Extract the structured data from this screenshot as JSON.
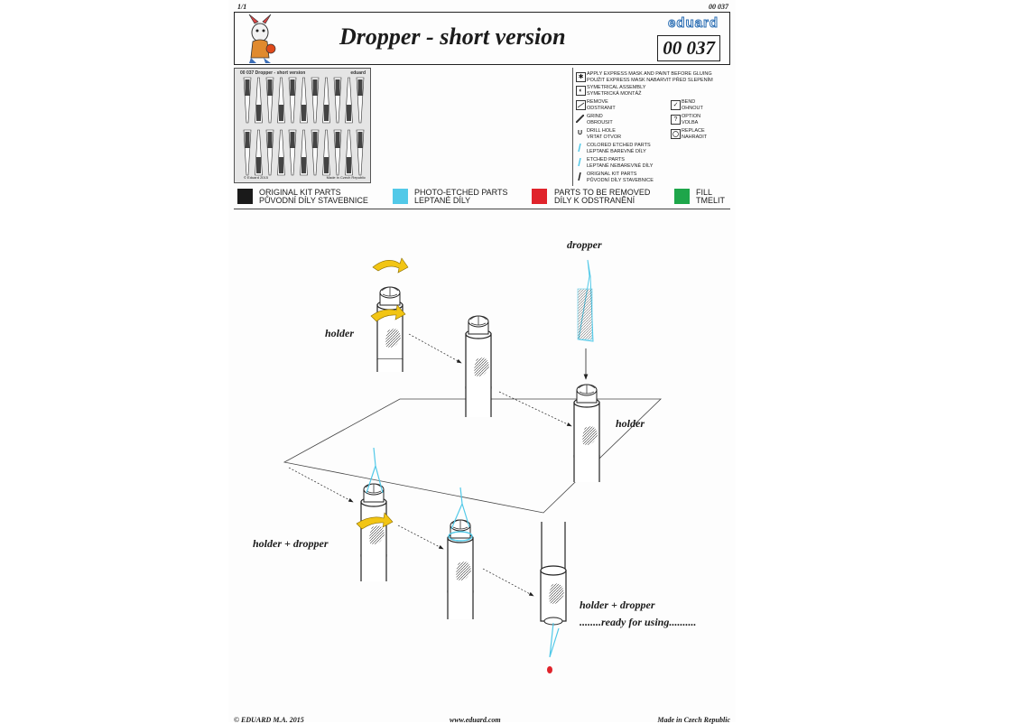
{
  "page": {
    "corner_left": "1/1",
    "corner_right": "00 037"
  },
  "header": {
    "title": "Dropper - short version",
    "brand": "eduard",
    "code": "00 037"
  },
  "fret": {
    "title": "00 037  Dropper - short version",
    "brand": "eduard",
    "foot_left": "© Eduard 2015",
    "foot_right": "Made in Czech Republic"
  },
  "legend": [
    {
      "icon": "star-icon",
      "glyph": "✱",
      "text": "APPLY EXPRESS MASK AND PAINT BEFORE GLUING\nPOUŽIT EXPRESS MASK NABARVIT PŘED SLEPENÍM"
    },
    {
      "icon": "symmetry-icon",
      "glyph": "◐",
      "text": "SYMETRICAL ASSEMBLY\nSYMETRICKÁ MONTÁŽ"
    },
    {
      "icon": "remove-icon",
      "glyph": "",
      "text": "REMOVE\nODSTRANIT"
    },
    {
      "icon": "grind-icon",
      "glyph": "",
      "text": "GRIND\nOBROUSIT"
    },
    {
      "icon": "drill-icon",
      "glyph": "U",
      "text": "DRILL HOLE\nVRTAT OTVOR"
    },
    {
      "icon": "colored-etched-icon",
      "glyph": "",
      "text": "COLORED ETCHED PARTS\nLEPTANÉ BAREVNÉ DÍLY"
    },
    {
      "icon": "etched-icon",
      "glyph": "",
      "text": "ETCHED PARTS\nLEPTANÉ NEBAREVNÉ DÍLY"
    },
    {
      "icon": "kit-part-icon",
      "glyph": "",
      "text": "ORIGINAL KIT PARTS\nPŮVODNÍ DÍLY STAVEBNICE"
    }
  ],
  "legend_right": [
    {
      "icon": "bend-icon",
      "glyph": "✓",
      "text": "BEND\nOHNOUT"
    },
    {
      "icon": "option-icon",
      "glyph": "?",
      "text": "OPTION\nVOLBA"
    },
    {
      "icon": "replace-icon",
      "glyph": "",
      "text": "REPLACE\nNAHRADIT"
    }
  ],
  "color_key": [
    {
      "color": "#1a1a1a",
      "text": "ORIGINAL KIT PARTS\nPŮVODNÍ DÍLY STAVEBNICE"
    },
    {
      "color": "#52c9e8",
      "text": "PHOTO-ETCHED PARTS\nLEPTANÉ DÍLY"
    },
    {
      "color": "#e0232b",
      "text": "PARTS TO BE REMOVED\nDÍLY K ODSTRANĚNÍ"
    },
    {
      "color": "#1ea64a",
      "text": "FILL\nTMELIT"
    }
  ],
  "labels": {
    "dropper": "dropper",
    "holder1": "holder",
    "holder2": "holder",
    "holder_dropper1": "holder + dropper",
    "holder_dropper2": "holder + dropper",
    "ready": "........ready for using.........."
  },
  "footer": {
    "left": "© EDUARD M.A. 2015",
    "center": "www.eduard.com",
    "right": "Made in Czech Republic"
  }
}
